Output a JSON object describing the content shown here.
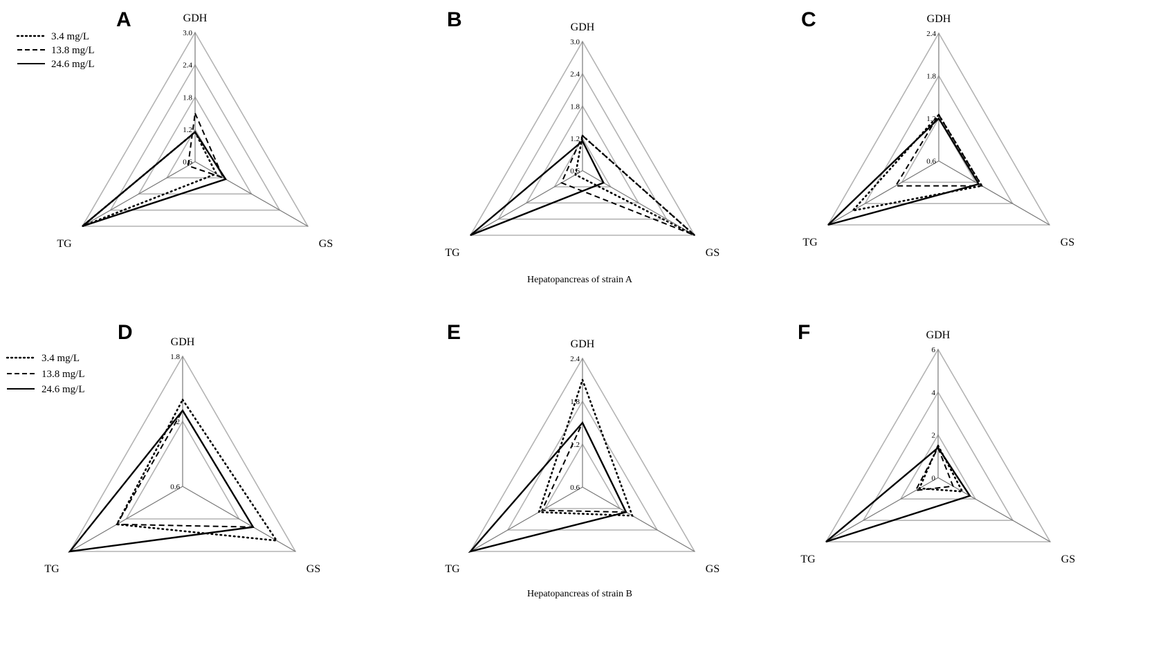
{
  "axes": [
    "GDH",
    "GS",
    "TG"
  ],
  "legend": [
    {
      "label": "3.4  mg/L",
      "style": "dotted"
    },
    {
      "label": "13.8 mg/L",
      "style": "dashed"
    },
    {
      "label": "24.6 mg/L",
      "style": "solid"
    }
  ],
  "captions": {
    "strain_a": "Hepatopancreas of strain A",
    "strain_b": "Hepatopancreas of strain B"
  },
  "chart_data": [
    {
      "type": "radar",
      "panel": "A",
      "axes": [
        "GDH",
        "GS",
        "TG"
      ],
      "ticks": [
        "0.6",
        "1.2",
        "1.8",
        "2.4",
        "3.0"
      ],
      "range": [
        0.6,
        3.0
      ],
      "series": [
        {
          "name": "3.4  mg/L",
          "values": [
            1.15,
            1.05,
            3.0
          ]
        },
        {
          "name": "13.8 mg/L",
          "values": [
            1.5,
            1.2,
            0.75
          ]
        },
        {
          "name": "24.6 mg/L",
          "values": [
            1.15,
            1.25,
            3.0
          ]
        }
      ]
    },
    {
      "type": "radar",
      "panel": "B",
      "axes": [
        "GDH",
        "GS",
        "TG"
      ],
      "ticks": [
        "0.6",
        "1.2",
        "1.8",
        "2.4",
        "3.0"
      ],
      "range": [
        0.6,
        3.0
      ],
      "series": [
        {
          "name": "3.4  mg/L",
          "values": [
            1.25,
            3.0,
            0.75
          ]
        },
        {
          "name": "13.8 mg/L",
          "values": [
            1.25,
            3.0,
            1.05
          ]
        },
        {
          "name": "24.6 mg/L",
          "values": [
            1.15,
            1.05,
            3.0
          ]
        }
      ]
    },
    {
      "type": "radar",
      "panel": "C",
      "axes": [
        "GDH",
        "GS",
        "TG"
      ],
      "ticks": [
        "0.6",
        "1.2",
        "1.8",
        "2.4"
      ],
      "range": [
        0.6,
        2.4
      ],
      "series": [
        {
          "name": "3.4  mg/L",
          "values": [
            1.25,
            1.3,
            2.0
          ]
        },
        {
          "name": "13.8 mg/L",
          "values": [
            1.25,
            1.3,
            1.3
          ]
        },
        {
          "name": "24.6 mg/L",
          "values": [
            1.2,
            1.25,
            2.4
          ]
        }
      ]
    },
    {
      "type": "radar",
      "panel": "D",
      "axes": [
        "GDH",
        "GS",
        "TG"
      ],
      "ticks": [
        "0.6",
        "1.2",
        "1.8"
      ],
      "range": [
        0.6,
        1.8
      ],
      "series": [
        {
          "name": "3.4  mg/L",
          "values": [
            1.4,
            1.6,
            1.3
          ]
        },
        {
          "name": "13.8 mg/L",
          "values": [
            1.3,
            1.35,
            1.3
          ]
        },
        {
          "name": "24.6 mg/L",
          "values": [
            1.3,
            1.35,
            1.8
          ]
        }
      ]
    },
    {
      "type": "radar",
      "panel": "E",
      "axes": [
        "GDH",
        "GS",
        "TG"
      ],
      "ticks": [
        "0.6",
        "1.2",
        "1.8",
        "2.4"
      ],
      "range": [
        0.6,
        2.4
      ],
      "series": [
        {
          "name": "3.4  mg/L",
          "values": [
            2.1,
            1.4,
            1.3
          ]
        },
        {
          "name": "13.8 mg/L",
          "values": [
            1.5,
            1.3,
            1.25
          ]
        },
        {
          "name": "24.6 mg/L",
          "values": [
            1.5,
            1.3,
            2.4
          ]
        }
      ]
    },
    {
      "type": "radar",
      "panel": "F",
      "axes": [
        "GDH",
        "GS",
        "TG"
      ],
      "ticks": [
        "0",
        "2",
        "4",
        "6"
      ],
      "range": [
        0,
        6
      ],
      "series": [
        {
          "name": "3.4  mg/L",
          "values": [
            1.5,
            1.3,
            1.0
          ]
        },
        {
          "name": "13.8 mg/L",
          "values": [
            1.4,
            0.8,
            1.2
          ]
        },
        {
          "name": "24.6 mg/L",
          "values": [
            1.4,
            1.7,
            6.0
          ]
        }
      ]
    }
  ]
}
